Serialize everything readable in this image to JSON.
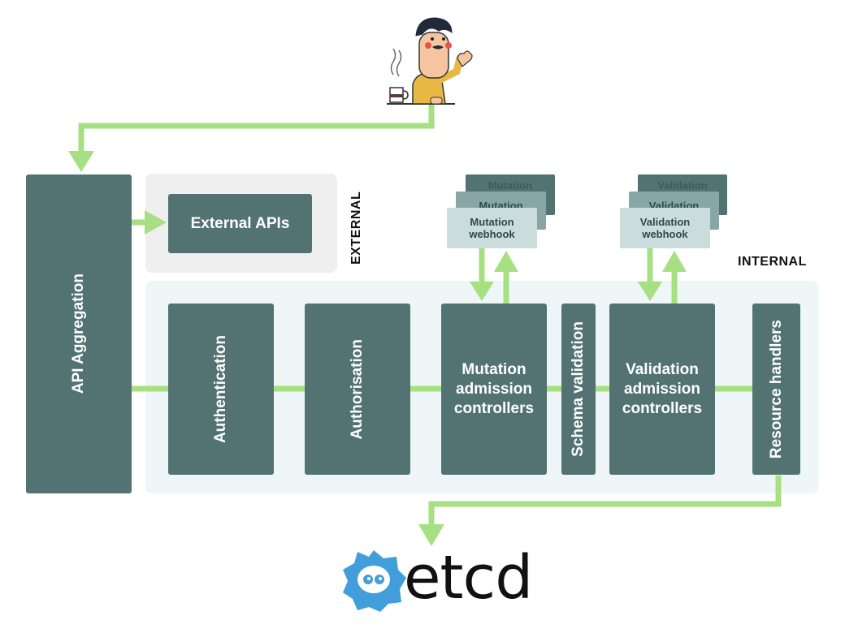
{
  "sections": {
    "external": "EXTERNAL",
    "internal": "INTERNAL"
  },
  "boxes": {
    "api_aggregation": "API Aggregation",
    "external_apis": "External APIs",
    "authentication": "Authentication",
    "authorisation": "Authorisation",
    "mutation_admission": "Mutation\nadmission\ncontrollers",
    "schema_validation": "Schema validation",
    "validation_admission": "Validation\nadmission\ncontrollers",
    "resource_handlers": "Resource handlers"
  },
  "webhooks": {
    "mutation_back": "Mutation",
    "mutation_mid": "Mutation",
    "mutation_front": "Mutation\nwebhook",
    "validation_back": "Validation",
    "validation_mid": "Validation",
    "validation_front": "Validation\nwebhook"
  },
  "logo": {
    "text": "etcd"
  },
  "colors": {
    "box": "#537373",
    "arrow": "#a6e082",
    "external_panel": "#efefef",
    "internal_panel": "#eef6f7",
    "etcd_blue": "#419eda"
  },
  "icons": [
    "user-illustration-icon",
    "coffee-cup-icon",
    "etcd-logo-icon"
  ]
}
